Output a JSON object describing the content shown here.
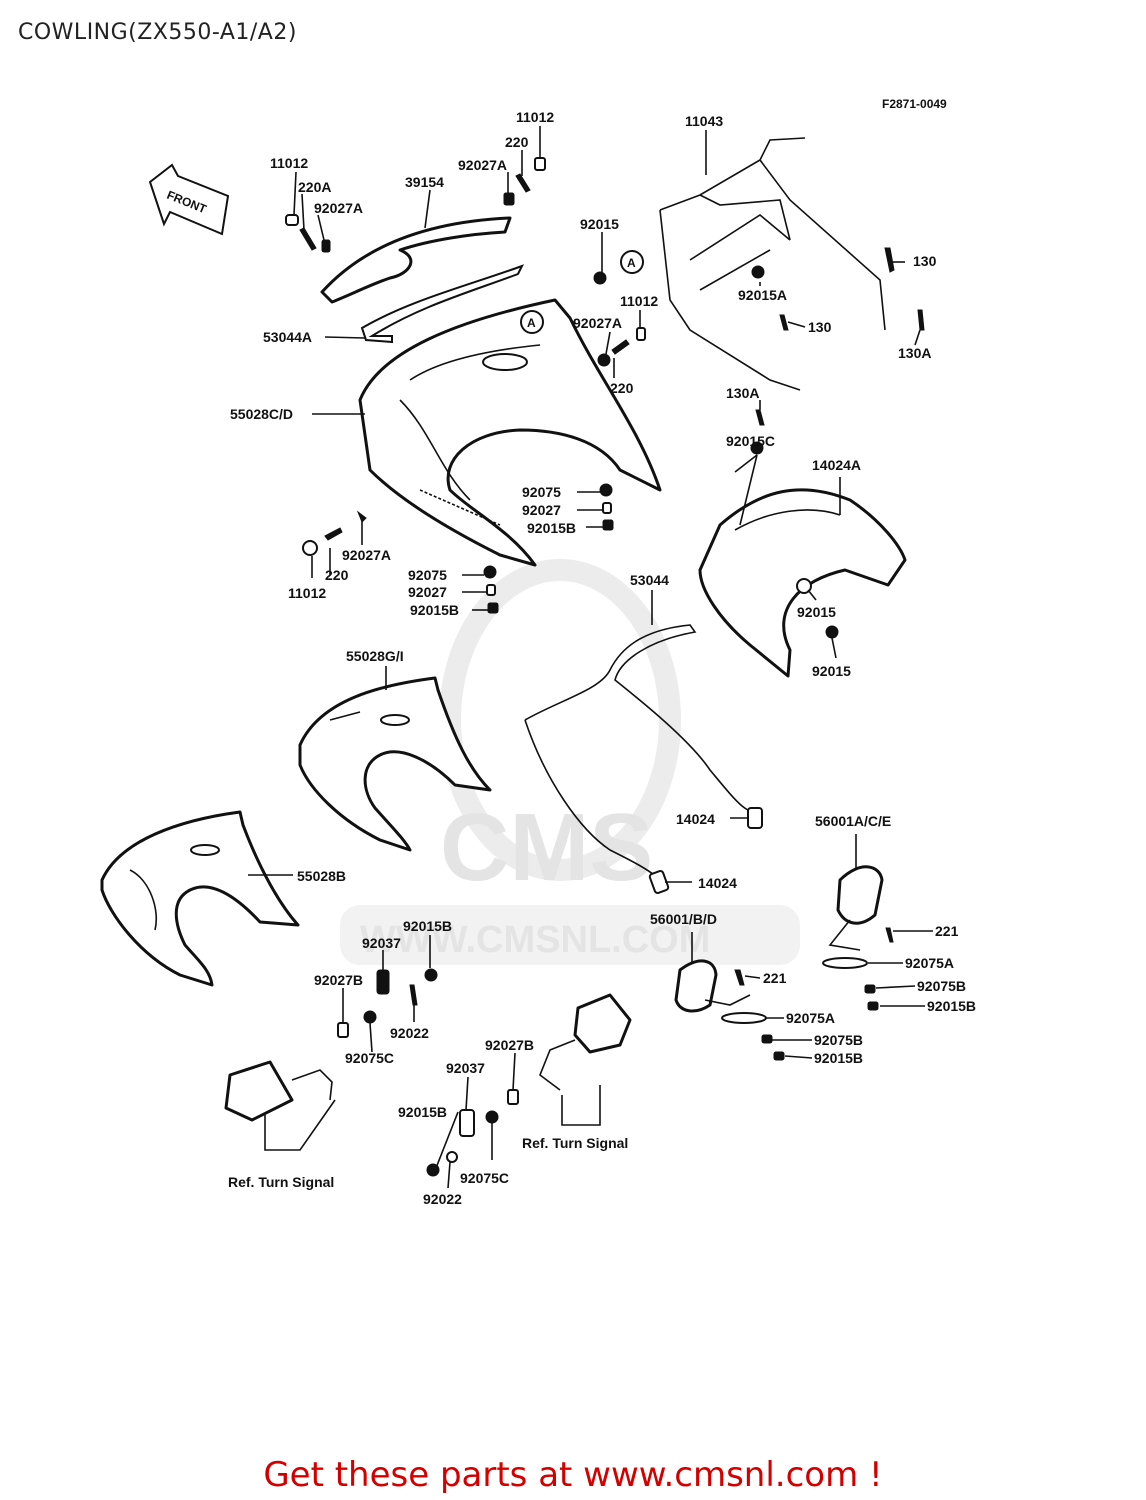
{
  "title": "COWLING(ZX550-A1/A2)",
  "figure_code": "F2871-0049",
  "front_arrow_text": "FRONT",
  "watermark": {
    "brand": "CMS",
    "url": "WWW.CMSNL.COM"
  },
  "labels": {
    "l11012a": "11012",
    "l220a": "220A",
    "l92027a_1": "92027A",
    "l39154": "39154",
    "l11012b": "11012",
    "l220b": "220",
    "l92027a_2": "92027A",
    "l11043": "11043",
    "l92015a": "92015",
    "l130a": "130",
    "l92015A": "92015A",
    "l130b": "130",
    "l130A_1": "130A",
    "l11012c": "11012",
    "l92027a_3": "92027A",
    "l220c": "220",
    "l53044A": "53044A",
    "l55028CD": "55028C/D",
    "l130A_2": "130A",
    "l92015C": "92015C",
    "l14024A": "14024A",
    "l92075a": "92075",
    "l92027b": "92027",
    "l92015B_1": "92015B",
    "l92027a_4": "92027A",
    "l220d": "220",
    "l11012d": "11012",
    "l92075b": "92075",
    "l92027c": "92027",
    "l92015B_2": "92015B",
    "l53044": "53044",
    "l92015b": "92015",
    "l92015c": "92015",
    "l55028GI": "55028G/I",
    "l14024a": "14024",
    "l14024b": "14024",
    "l56001ACE": "56001A/C/E",
    "l55028B": "55028B",
    "l92015B_3": "92015B",
    "l92037a": "92037",
    "l92027B_1": "92027B",
    "l92022a": "92022",
    "l92075C_1": "92075C",
    "l56001BD": "56001/B/D",
    "l221a": "221",
    "l92075A_1": "92075A",
    "l92075B_1": "92075B",
    "l92015B_4": "92015B",
    "l221b": "221",
    "l92075A_2": "92075A",
    "l92075B_2": "92075B",
    "l92015B_5": "92015B",
    "l92027B_2": "92027B",
    "l92037b": "92037",
    "l92015B_6": "92015B",
    "l92075C_2": "92075C",
    "l92022b": "92022",
    "ref_turn_1": "Ref. Turn Signal",
    "ref_turn_2": "Ref. Turn Signal",
    "circle_a1": "A",
    "circle_a2": "A"
  },
  "footer": "Get these parts at www.cmsnl.com !"
}
